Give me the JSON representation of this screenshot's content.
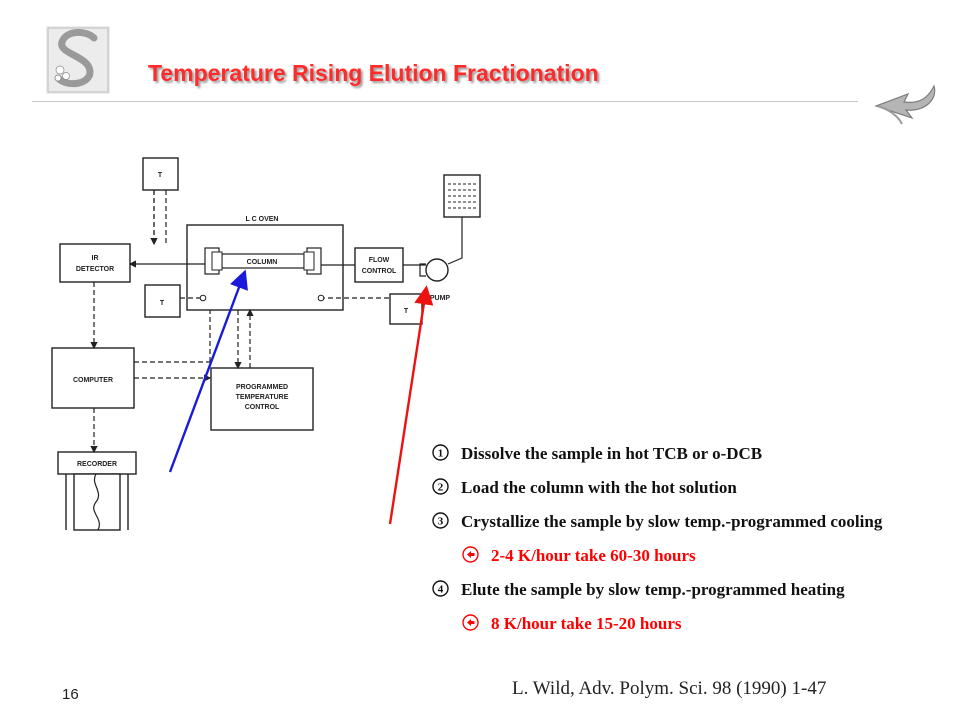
{
  "header": {
    "title": "Temperature Rising Elution Fractionation"
  },
  "diagram": {
    "labels": {
      "t_top": "T",
      "lc_oven": "L C OVEN",
      "ir_line1": "IR",
      "ir_line2": "DETECTOR",
      "column": "COLUMN",
      "flow_line1": "FLOW",
      "flow_line2": "CONTROL",
      "t_mid": "T",
      "t_right": "T",
      "pump": "PUMP",
      "computer": "COMPUTER",
      "prog_line1": "PROGRAMMED",
      "prog_line2": "TEMPERATURE",
      "prog_line3": "CONTROL",
      "recorder": "RECORDER"
    },
    "colors": {
      "blue_arrow": "#1a1adb",
      "red_arrow": "#ee1111"
    }
  },
  "steps": [
    {
      "number": "1",
      "text": "Dissolve the sample in hot TCB or o-DCB"
    },
    {
      "number": "2",
      "text": "Load the column with the hot solution"
    },
    {
      "number": "3",
      "text": "Crystallize the sample by slow temp.-programmed cooling"
    },
    {
      "number": "4",
      "text": "Elute the sample by slow temp.-programmed heating"
    }
  ],
  "substeps": [
    {
      "text": "2-4 K/hour take 60-30 hours"
    },
    {
      "text": "8 K/hour take 15-20 hours"
    }
  ],
  "footer": {
    "citation": "L. Wild, Adv. Polym. Sci. 98 (1990) 1-47",
    "page_number": "16"
  }
}
